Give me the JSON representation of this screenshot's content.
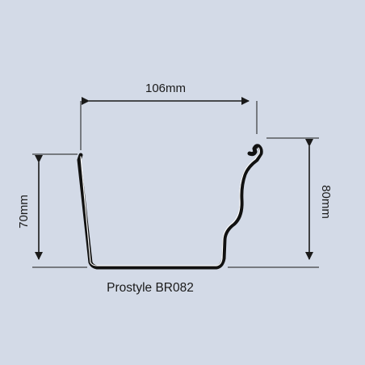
{
  "diagram": {
    "title": "Prostyle BR082",
    "dimensions": {
      "width_label": "106mm",
      "left_height_label": "70mm",
      "right_height_label": "80mm"
    },
    "colors": {
      "background": "#d3dae7",
      "profile_outer": "#111111",
      "profile_inner": "#ffffff",
      "lines": "#1a1a1a"
    }
  }
}
